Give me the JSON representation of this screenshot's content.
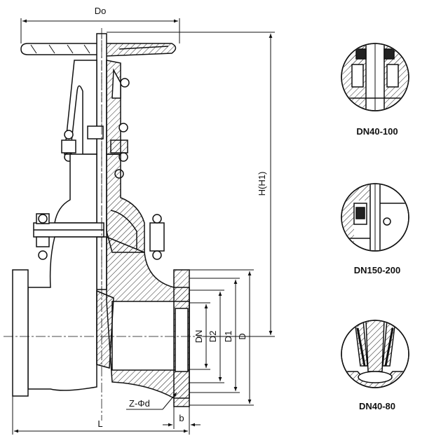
{
  "dimensions": {
    "do": "Do",
    "h": "H(H1)",
    "l": "L",
    "b": "b",
    "dn": "DN",
    "d2": "D2",
    "d1": "D1",
    "d": "D",
    "z_phi_d": "Z-Φd"
  },
  "details": [
    {
      "caption": "DN40-100"
    },
    {
      "caption": "DN150-200"
    },
    {
      "caption": "DN40-80"
    }
  ]
}
